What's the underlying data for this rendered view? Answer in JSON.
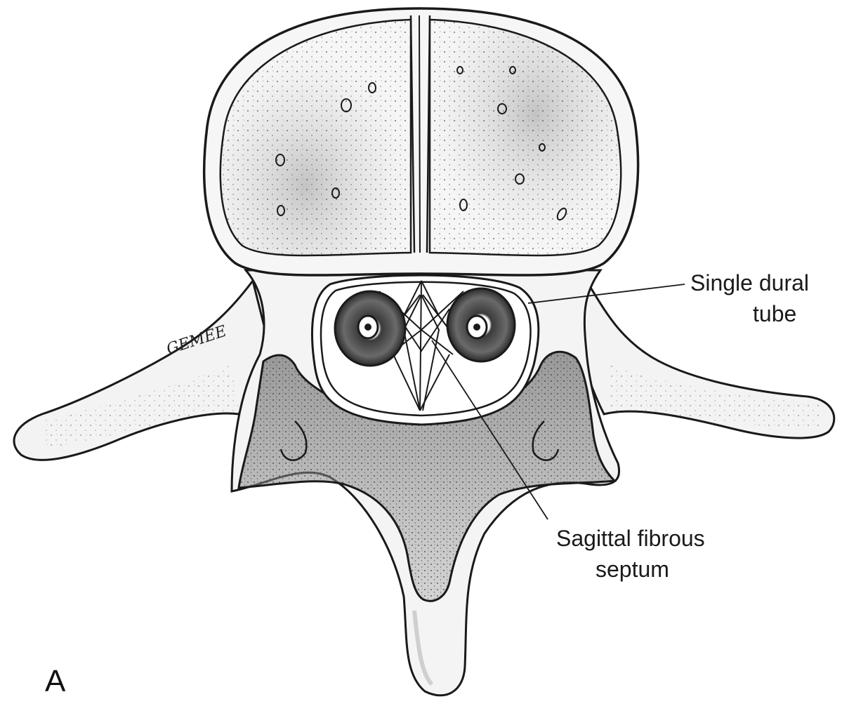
{
  "figure": {
    "panel_letter": "A",
    "signature": "GEMEE",
    "labels": {
      "dural_tube_line1": "Single dural",
      "dural_tube_line2": "tube",
      "septum_line1": "Sagittal fibrous",
      "septum_line2": "septum"
    },
    "colors": {
      "ink": "#1a1a1a",
      "bone_fill": "#f2f2f2",
      "shade_dark": "#8a8a8a",
      "shade_light": "#c8c8c8"
    }
  }
}
